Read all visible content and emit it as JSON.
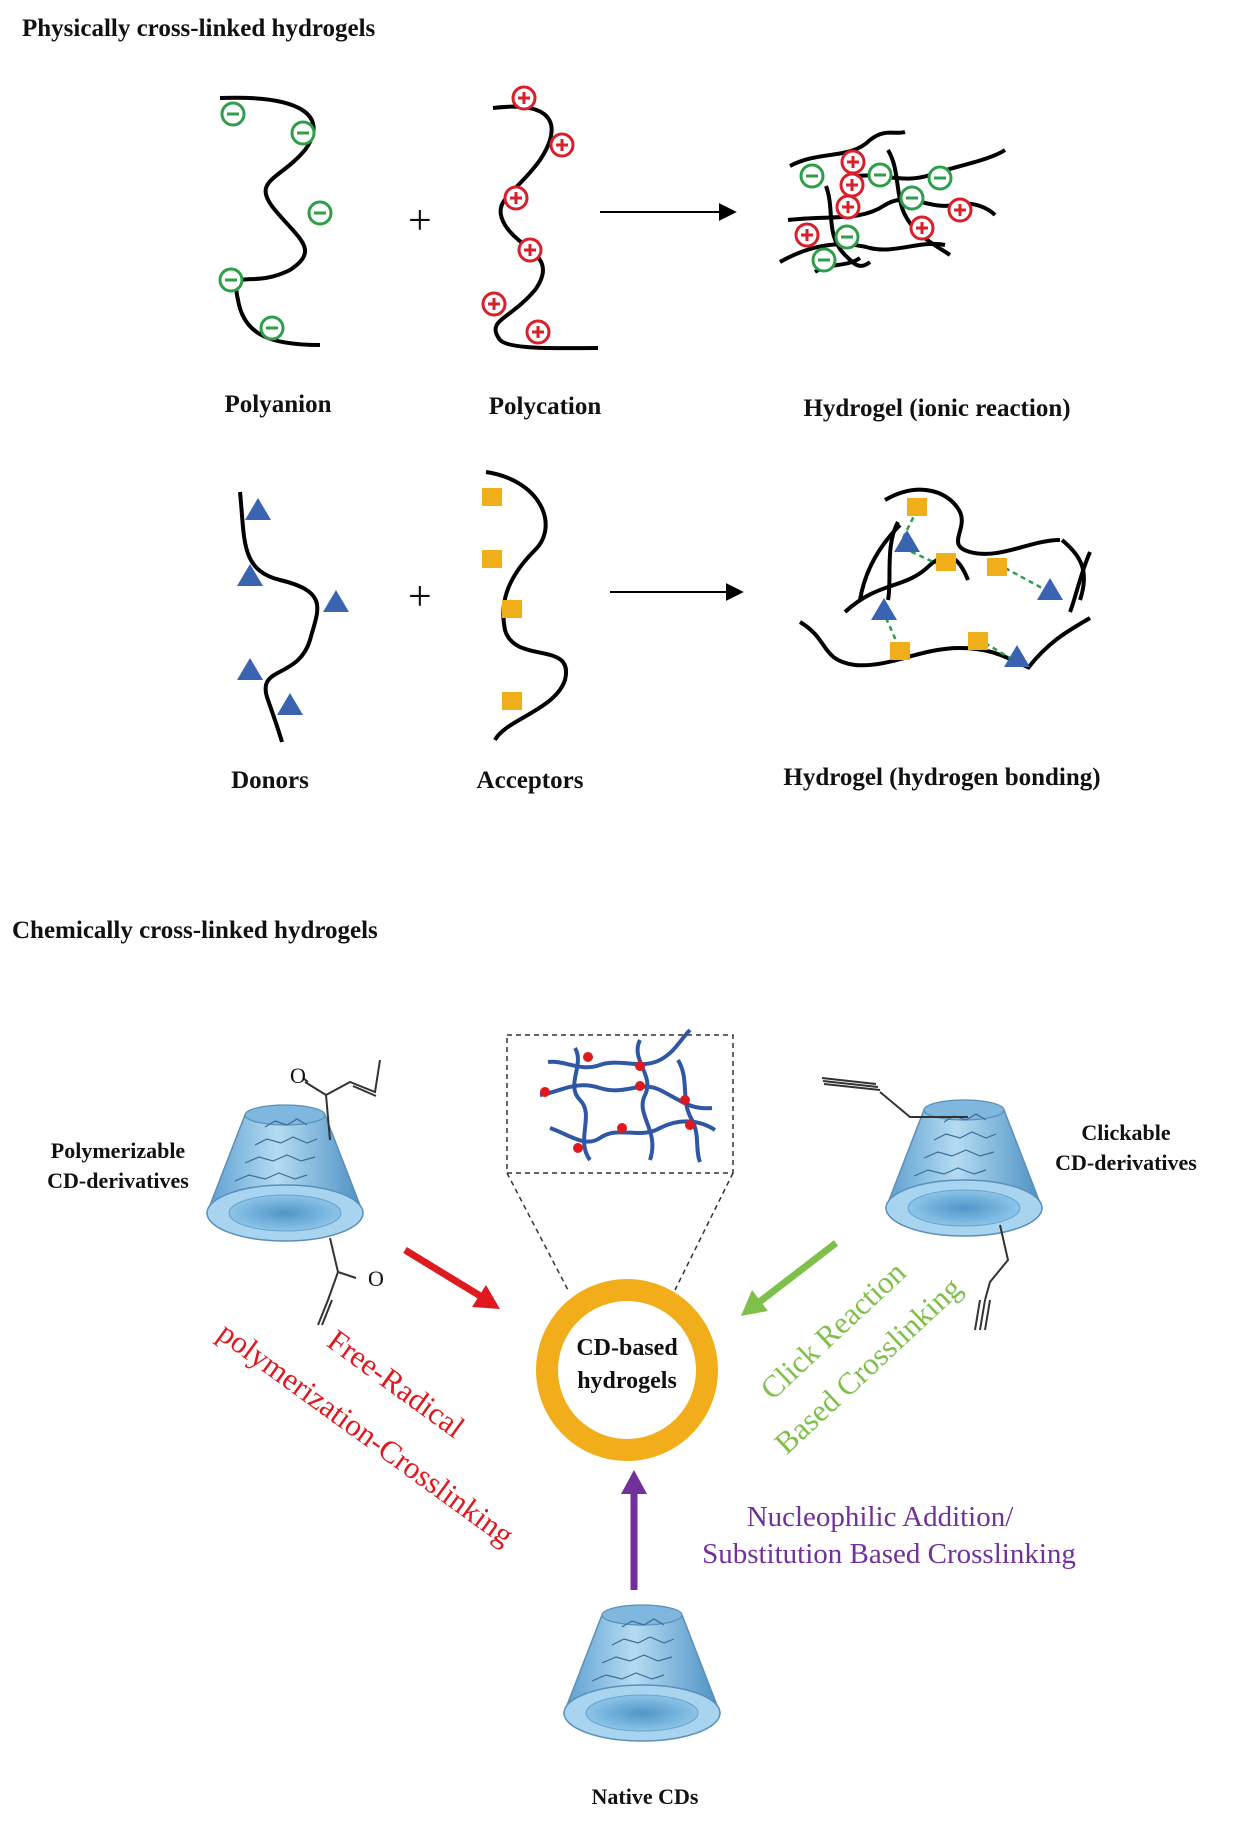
{
  "physical": {
    "heading": "Physically cross-linked hydrogels",
    "ionic": {
      "polyanion_label": "Polyanion",
      "polycation_label": "Polycation",
      "hydrogel_label": "Hydrogel (ionic reaction)",
      "plus": "+"
    },
    "hbond": {
      "donors_label": "Donors",
      "acceptors_label": "Acceptors",
      "hydrogel_label": "Hydrogel (hydrogen bonding)",
      "plus": "+"
    }
  },
  "chemical": {
    "heading": "Chemically cross-linked hydrogels",
    "center_line1": "CD-based",
    "center_line2": "hydrogels",
    "polymerizable_line1": "Polymerizable",
    "polymerizable_line2": "CD-derivatives",
    "clickable_line1": "Clickable",
    "clickable_line2": "CD-derivatives",
    "native_label": "Native CDs",
    "oxygen_symbol": "O",
    "free_radical_line1": "Free-Radical",
    "free_radical_line2": "polymerization-Crosslinking",
    "click_line1": "Click Reaction",
    "click_line2": "Based Crosslinking",
    "nucleophilic_line1": "Nucleophilic Addition/",
    "nucleophilic_line2": "Substitution Based Crosslinking"
  },
  "colors": {
    "anion": "#2e9e4a",
    "cation": "#d9202a",
    "donor": "#3a63b0",
    "acceptor": "#f1ae1b",
    "ring": "#f2ad1a",
    "free_radical": "#e0191f",
    "click": "#7ec04a",
    "nucleophilic": "#72309b",
    "network": "#2f57a4"
  }
}
